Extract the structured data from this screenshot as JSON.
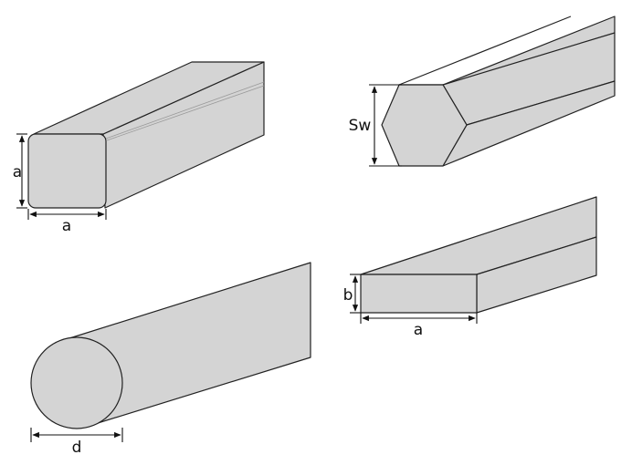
{
  "labels": {
    "square_side_vertical": "a",
    "square_side_horizontal": "a",
    "hexagon_width": "Sw",
    "flat_thickness": "b",
    "flat_width": "a",
    "round_diameter": "d"
  }
}
